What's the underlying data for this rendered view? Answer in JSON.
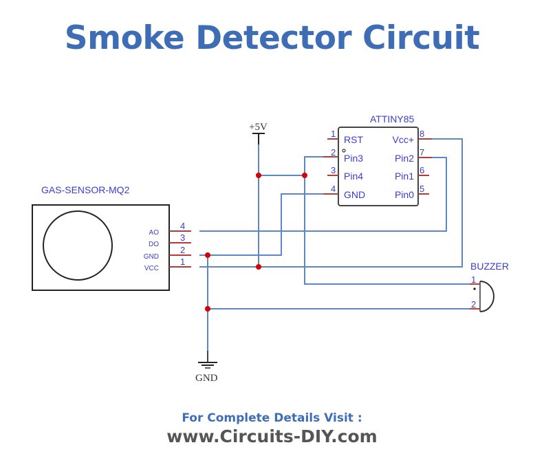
{
  "title": "Smoke Detector Circuit",
  "footer": {
    "line1": "For Complete Details Visit :",
    "line2": "www.Circuits-DIY.com"
  },
  "colors": {
    "title": "#3e6db5",
    "wire": "#5b87c8",
    "pin": "#b53a3a",
    "junction": "#d80000",
    "label": "#3c3cd0"
  },
  "components": {
    "sensor": {
      "name": "GAS-SENSOR-MQ2",
      "pins": [
        {
          "label": "AO",
          "num": "4"
        },
        {
          "label": "DO",
          "num": "3"
        },
        {
          "label": "GND",
          "num": "2"
        },
        {
          "label": "VCC",
          "num": "1"
        }
      ]
    },
    "mcu": {
      "name": "ATTINY85",
      "left_pins": [
        {
          "label": "RST",
          "num": "1"
        },
        {
          "label": "Pin3",
          "num": "2"
        },
        {
          "label": "Pin4",
          "num": "3"
        },
        {
          "label": "GND",
          "num": "4"
        }
      ],
      "right_pins": [
        {
          "label": "Vcc+",
          "num": "8"
        },
        {
          "label": "Pin2",
          "num": "7"
        },
        {
          "label": "Pin1",
          "num": "6"
        },
        {
          "label": "Pin0",
          "num": "5"
        }
      ]
    },
    "buzzer": {
      "name": "BUZZER",
      "pins": [
        {
          "num": "1"
        },
        {
          "num": "2"
        }
      ]
    },
    "power": {
      "label": "+5V"
    },
    "ground": {
      "label": "GND"
    }
  }
}
